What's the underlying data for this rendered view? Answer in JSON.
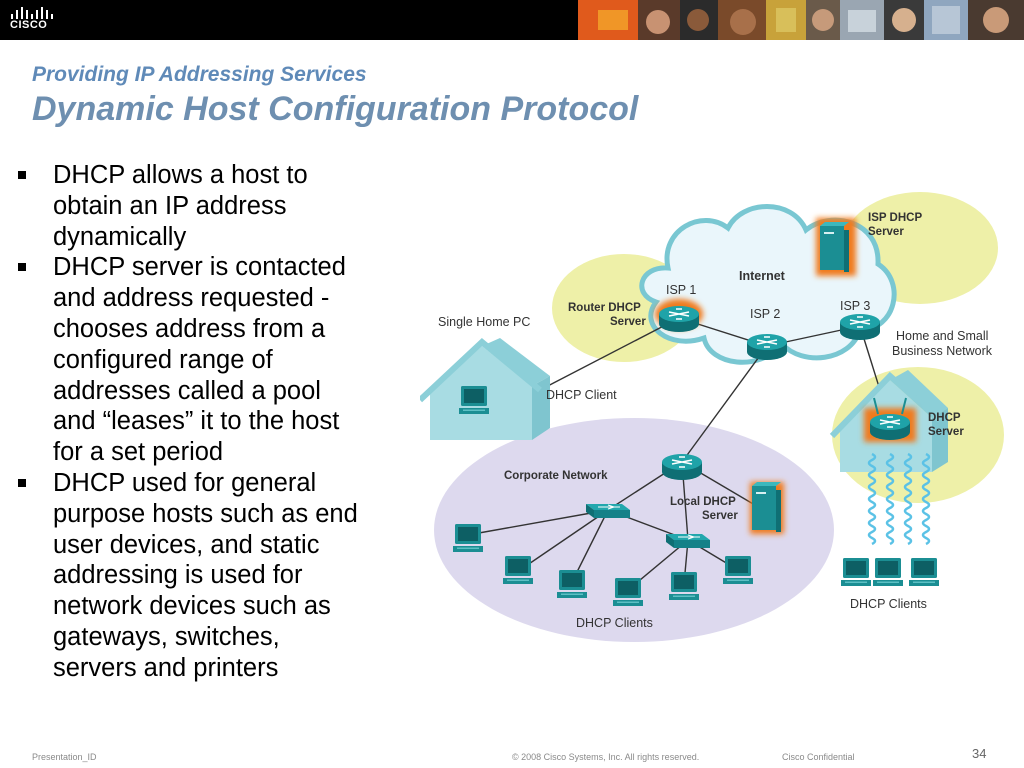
{
  "header": {
    "logo_text": "CISCO"
  },
  "slide": {
    "subtitle": "Providing IP Addressing Services",
    "title": "Dynamic Host Configuration Protocol",
    "bullets": [
      "DHCP allows a host to obtain an IP address dynamically",
      "DHCP server is contacted and address requested - chooses address from a configured range of addresses called a pool and “leases” it to the host for a set period",
      "DHCP used for general purpose hosts such as end user devices, and static addressing is used for network devices such as gateways, switches, servers and printers"
    ]
  },
  "diagram": {
    "labels": {
      "internet": "Internet",
      "isp1": "ISP 1",
      "isp2": "ISP 2",
      "isp3": "ISP 3",
      "isp_dhcp_server_1": "ISP DHCP",
      "isp_dhcp_server_2": "Server",
      "router_dhcp_1": "Router DHCP",
      "router_dhcp_2": "Server",
      "single_home_pc": "Single Home PC",
      "dhcp_client": "DHCP Client",
      "home_small_1": "Home and Small",
      "home_small_2": "Business Network",
      "home_dhcp_1": "DHCP",
      "home_dhcp_2": "Server",
      "dhcp_clients_right": "DHCP Clients",
      "corporate_network": "Corporate Network",
      "local_dhcp_1": "Local DHCP",
      "local_dhcp_2": "Server",
      "dhcp_clients_corp": "DHCP Clients"
    },
    "colors": {
      "cloud_fill": "#eaf6fb",
      "cloud_stroke": "#79c7d2",
      "ellipse_fill": "#eef0a8",
      "corp_fill": "#ddd9ee",
      "device": "#1b8e93",
      "glow": "#f07a1c"
    }
  },
  "footer": {
    "presentation_id": "Presentation_ID",
    "copyright": "© 2008 Cisco Systems, Inc. All rights reserved.",
    "confidential": "Cisco Confidential",
    "page_number": "34"
  }
}
